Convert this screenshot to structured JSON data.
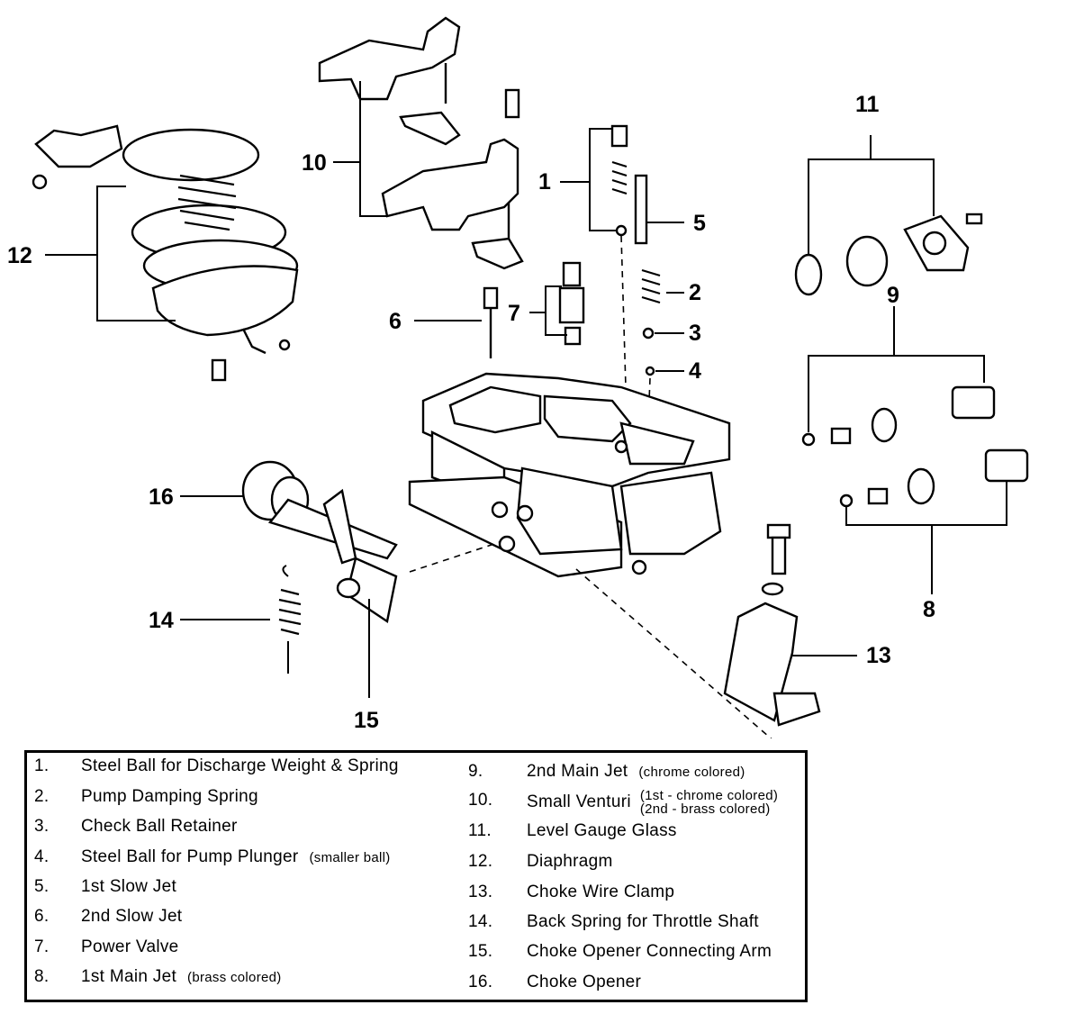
{
  "callouts": [
    "1",
    "2",
    "3",
    "4",
    "5",
    "6",
    "7",
    "8",
    "9",
    "10",
    "11",
    "12",
    "13",
    "14",
    "15",
    "16"
  ],
  "legend": {
    "left": [
      {
        "num": "1.",
        "label": "Steel Ball for Discharge Weight & Spring",
        "note": ""
      },
      {
        "num": "2.",
        "label": "Pump Damping Spring",
        "note": ""
      },
      {
        "num": "3.",
        "label": "Check Ball Retainer",
        "note": ""
      },
      {
        "num": "4.",
        "label": "Steel Ball for Pump Plunger",
        "note": "(smaller ball)"
      },
      {
        "num": "5.",
        "label": "1st Slow Jet",
        "note": ""
      },
      {
        "num": "6.",
        "label": "2nd Slow Jet",
        "note": ""
      },
      {
        "num": "7.",
        "label": "Power Valve",
        "note": ""
      },
      {
        "num": "8.",
        "label": "1st Main Jet",
        "note": "(brass colored)"
      }
    ],
    "right": [
      {
        "num": "9.",
        "label": "2nd Main Jet",
        "note": "(chrome colored)"
      },
      {
        "num": "10.",
        "label": "Small Venturi",
        "note": "(1st - chrome colored)",
        "note2": "(2nd - brass colored)"
      },
      {
        "num": "11.",
        "label": "Level Gauge Glass",
        "note": ""
      },
      {
        "num": "12.",
        "label": "Diaphragm",
        "note": ""
      },
      {
        "num": "13.",
        "label": "Choke Wire Clamp",
        "note": ""
      },
      {
        "num": "14.",
        "label": "Back Spring for Throttle Shaft",
        "note": ""
      },
      {
        "num": "15.",
        "label": "Choke Opener Connecting Arm",
        "note": ""
      },
      {
        "num": "16.",
        "label": "Choke Opener",
        "note": ""
      }
    ]
  }
}
